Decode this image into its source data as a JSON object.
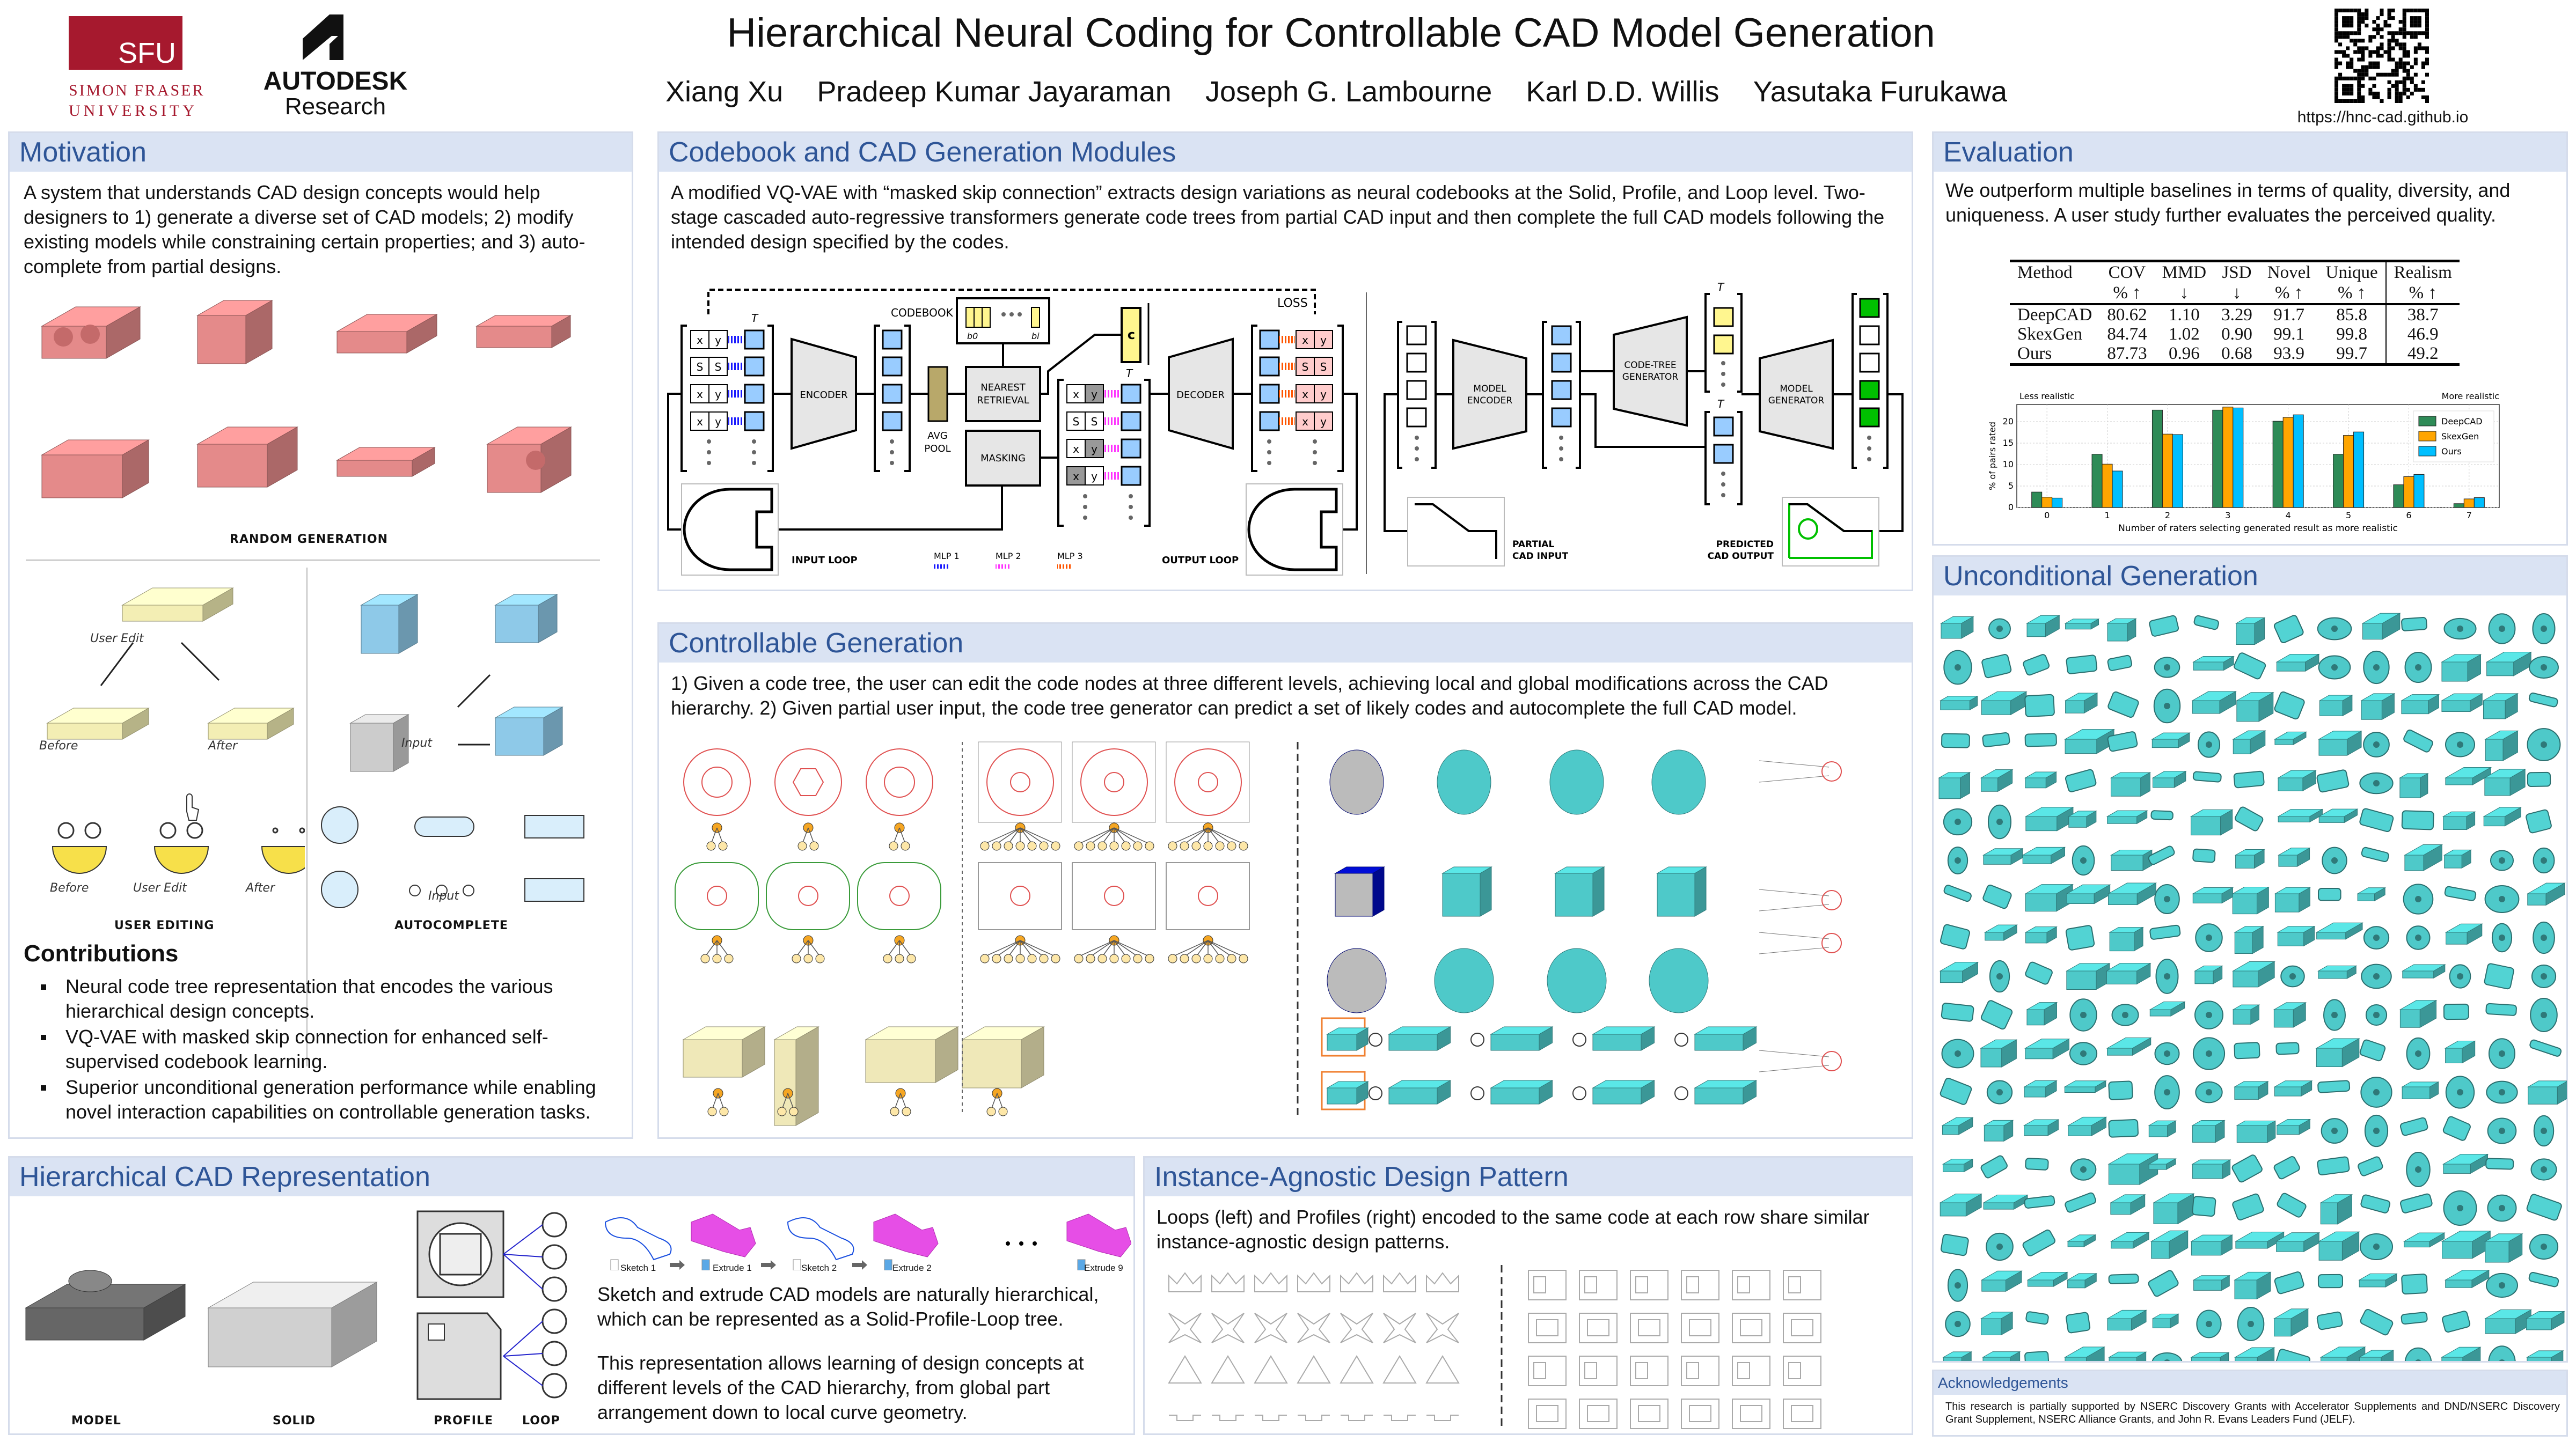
{
  "header": {
    "title": "Hierarchical Neural Coding for Controllable CAD Model Generation",
    "authors": [
      "Xiang Xu",
      "Pradeep Kumar Jayaraman",
      "Joseph G. Lambourne",
      "Karl D.D. Willis",
      "Yasutaka Furukawa"
    ],
    "url": "https://hnc-cad.github.io",
    "logos": {
      "sfu_mark": "SFU",
      "sfu_line1": "SIMON FRASER",
      "sfu_line2": "UNIVERSITY",
      "autodesk": "AUTODESK",
      "autodesk_sub": "Research"
    },
    "colors": {
      "sfu_red": "#a6192e",
      "section_blue": "#2e5597",
      "section_bg": "#dae3f3"
    }
  },
  "motivation": {
    "title": "Motivation",
    "text": "A system that understands CAD design concepts would help designers to 1) generate a diverse set of CAD models; 2) modify existing models while constraining certain properties; and 3) auto-complete from partial designs.",
    "random_generation_label": "RANDOM GENERATION",
    "user_editing": {
      "label": "USER EDITING",
      "user_edit": "User Edit",
      "before": "Before",
      "after": "After",
      "before2": "Before",
      "user_edit2": "User Edit",
      "after2": "After"
    },
    "autocomplete": {
      "label": "AUTOCOMPLETE",
      "input": "Input",
      "input2": "Input"
    },
    "contributions_title": "Contributions",
    "contributions": [
      "Neural code tree representation that encodes the various hierarchical design concepts.",
      "VQ-VAE with masked skip connection for enhanced self-supervised codebook learning.",
      "Superior unconditional generation performance while enabling novel interaction capabilities on controllable generation tasks."
    ]
  },
  "codebook": {
    "title": "Codebook and CAD Generation Modules",
    "text": "A modified VQ-VAE with “masked skip connection” extracts design variations as neural codebooks at the Solid, Profile, and Loop level. Two-stage cascaded auto-regressive transformers generate code trees from partial CAD input and then complete the full CAD models following the intended design specified by the codes.",
    "vqvae": {
      "encoder": "ENCODER",
      "decoder": "DECODER",
      "codebook": "CODEBOOK",
      "loss": "LOSS",
      "nearest1": "NEAREST",
      "nearest2": "RETRIEVAL",
      "masking": "MASKING",
      "avg1": "AVG",
      "avg2": "POOL",
      "code": "c",
      "b0": "b0",
      "bi": "bi",
      "te": "T",
      "td": "T",
      "input_loop": "INPUT LOOP",
      "output_loop": "OUTPUT LOOP",
      "mlp1": "MLP 1",
      "mlp2": "MLP 2",
      "mlp3": "MLP 3",
      "x": "x",
      "y": "y",
      "s": "S",
      "mlp_colors": {
        "mlp1": "#1a1aff",
        "mlp2": "#ff33ff",
        "mlp3": "#ff5500"
      }
    },
    "generator": {
      "model_encoder1": "MODEL",
      "model_encoder2": "ENCODER",
      "code_tree1": "CODE-TREE",
      "code_tree2": "GENERATOR",
      "model_gen1": "MODEL",
      "model_gen2": "GENERATOR",
      "partial1": "PARTIAL",
      "partial2": "CAD INPUT",
      "predicted1": "PREDICTED",
      "predicted2": "CAD OUTPUT",
      "tc": "T",
      "te": "T"
    }
  },
  "controllable": {
    "title": "Controllable Generation",
    "text": "1) Given a code tree, the user can edit the code nodes at three different levels, achieving local and global modifications across the CAD hierarchy. 2) Given partial user input, the code tree generator can predict a set of likely codes and autocomplete the full CAD model."
  },
  "hierarchical": {
    "title": "Hierarchical CAD Representation",
    "labels": {
      "model": "MODEL",
      "solid": "SOLID",
      "profile": "PROFILE",
      "loop": "LOOP"
    },
    "steps": [
      "Sketch 1",
      "Extrude 1",
      "Sketch 2",
      "Extrude 2",
      "Extrude 9"
    ],
    "text1": "Sketch and extrude CAD models are naturally hierarchical, which can be represented as a Solid-Profile-Loop tree.",
    "text2": "This representation allows learning of design concepts at different levels of the CAD hierarchy, from global part arrangement down to local curve geometry."
  },
  "instance": {
    "title": "Instance-Agnostic Design Pattern",
    "text": "Loops (left) and Profiles (right) encoded to the same code at each row share similar instance-agnostic design patterns."
  },
  "evaluation": {
    "title": "Evaluation",
    "text": "We outperform multiple baselines in terms of quality, diversity, and uniqueness. A user study further evaluates the perceived quality.",
    "table": {
      "headers": [
        "Method",
        "COV",
        "MMD",
        "JSD",
        "Novel",
        "Unique",
        "Realism"
      ],
      "subheaders": [
        "",
        "% ↑",
        "↓",
        "↓",
        "% ↑",
        "% ↑",
        "% ↑"
      ],
      "rows": [
        [
          "DeepCAD",
          "80.62",
          "1.10",
          "3.29",
          "91.7",
          "85.8",
          "38.7"
        ],
        [
          "SkexGen",
          "84.74",
          "1.02",
          "0.90",
          "99.1",
          "99.8",
          "46.9"
        ],
        [
          "Ours",
          "87.73",
          "0.96",
          "0.68",
          "93.9",
          "99.7",
          "49.2"
        ]
      ]
    }
  },
  "chart_data": {
    "type": "bar",
    "title": "",
    "xlabel": "Number of raters selecting generated result as more realistic",
    "ylabel": "% of pairs rated",
    "annotations": {
      "left": "Less realistic",
      "right": "More realistic"
    },
    "categories": [
      "0",
      "1",
      "2",
      "3",
      "4",
      "5",
      "6",
      "7"
    ],
    "yticks": [
      "0",
      "5",
      "10",
      "15",
      "20"
    ],
    "ylim": [
      0,
      24
    ],
    "grid": true,
    "legend_position": "top-right",
    "series": [
      {
        "name": "DeepCAD",
        "color": "#2e8b57",
        "values": [
          3.6,
          12.4,
          22.7,
          22.7,
          20.1,
          12.4,
          5.3,
          0.9
        ]
      },
      {
        "name": "SkexGen",
        "color": "#ffa500",
        "values": [
          2.4,
          10.1,
          17.1,
          23.4,
          21.0,
          16.8,
          7.2,
          2.0
        ]
      },
      {
        "name": "Ours",
        "color": "#00bfff",
        "values": [
          2.2,
          8.5,
          17.0,
          23.2,
          21.6,
          17.6,
          7.7,
          2.3
        ]
      }
    ]
  },
  "unconditional": {
    "title": "Unconditional Generation",
    "color": "#4ec9c9"
  },
  "acknowledgements": {
    "title": "Acknowledgements",
    "text": "This research is partially supported by NSERC Discovery Grants with Accelerator Supplements and DND/NSERC Discovery Grant Supplement, NSERC Alliance Grants, and John R. Evans Leaders Fund (JELF)."
  }
}
